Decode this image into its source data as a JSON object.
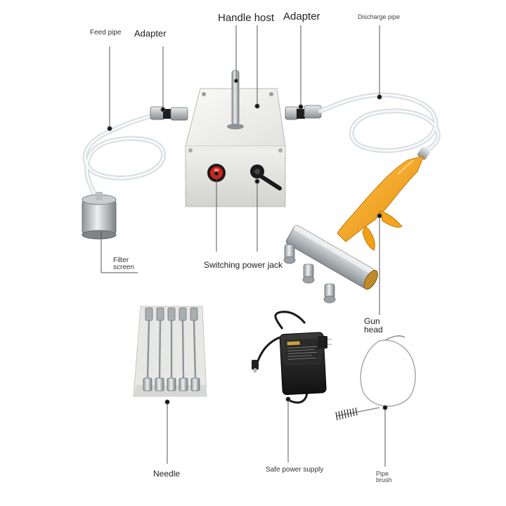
{
  "labels": {
    "feed_pipe": "Feed pipe",
    "adapter_left": "Adapter",
    "handle_host": "Handle host",
    "adapter_right": "Adapter",
    "discharge_pipe": "Discharge pipe",
    "filter_screen_line1": "Filter",
    "filter_screen_line2": "screen",
    "switching_power_jack": "Switching power jack",
    "gun_head_line1": "Gun",
    "gun_head_line2": "head",
    "needle": "Needle",
    "safe_power_supply": "Safe power supply",
    "pipe_brush_line1": "Pipe",
    "pipe_brush_line2": "brush"
  },
  "colors": {
    "leader_line": "#555555",
    "box_body": "#e4e4e1",
    "gun_body": "#f2a31b",
    "switch_red": "#d91e18",
    "adapter_black": "#1d1d1d",
    "tube": "#dfe6ea"
  }
}
